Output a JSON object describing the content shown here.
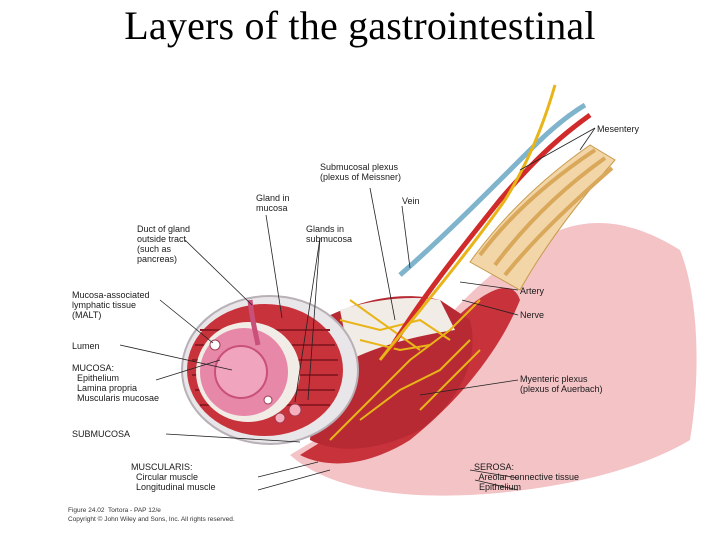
{
  "title": "Layers of the gastrointestinal",
  "labels": {
    "mesentery": "Mesentery",
    "submucosal_plexus": "Submucosal plexus\n(plexus of Meissner)",
    "vein": "Vein",
    "gland_in_mucosa": "Gland in\nmucosa",
    "duct_of_gland": "Duct of gland\noutside tract\n(such as\npancreas)",
    "glands_in_submucosa": "Glands in\nsubmucosa",
    "malt": "Mucosa-associated\nlymphatic tissue\n(MALT)",
    "artery": "Artery",
    "nerve": "Nerve",
    "lumen": "Lumen",
    "mucosa": "MUCOSA:\n  Epithelium\n  Lamina propria\n  Muscularis mucosae",
    "myenteric_plexus": "Myenteric plexus\n(plexus of Auerbach)",
    "submucosa": "SUBMUCOSA",
    "muscularis": "MUSCULARIS:\n  Circular muscle\n  Longitudinal muscle",
    "serosa": "SEROSA:\n  Areolar connective tissue\n  Epithelium"
  },
  "credit": {
    "line1": "Figure 24.02  Tortora - PAP 12/e",
    "line2": "Copyright © John Wiley and Sons, Inc. All rights reserved."
  },
  "colors": {
    "muscle": "#c8323a",
    "muscle_dark": "#9c1f28",
    "serosa_pink": "#f3c3c6",
    "mucosa_pink": "#e888a8",
    "submucosa_white": "#f1ece6",
    "nerve_yellow": "#e8b418",
    "vein_blue": "#7fb4cc",
    "artery_red": "#d02a2a"
  }
}
